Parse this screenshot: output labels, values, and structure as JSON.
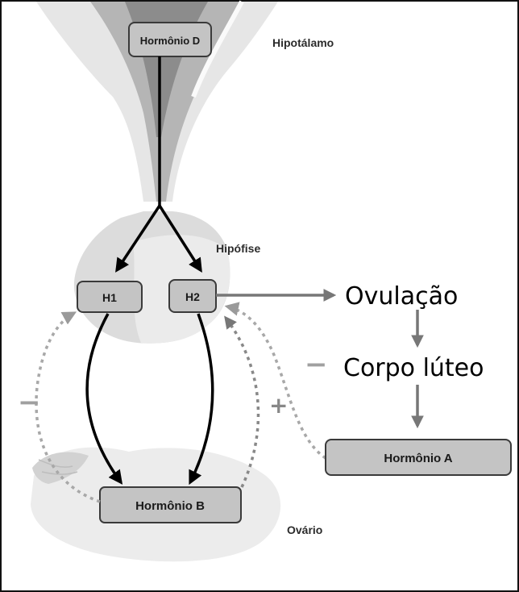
{
  "labels": {
    "hormonio_d": "Hormônio D",
    "hipotalamo": "Hipotálamo",
    "hipofise": "Hipófise",
    "h1": "H1",
    "h2": "H2",
    "ovulacao": "Ovulação",
    "corpo_luteo": "Corpo lúteo",
    "hormonio_a": "Hormônio A",
    "hormonio_b": "Hormônio B",
    "ovario": "Ovário"
  },
  "feedback_signs": {
    "left": "−",
    "middle": "+",
    "right": "−"
  },
  "colors": {
    "box_fill": "#c4c4c4",
    "box_stroke": "#3a3a3a",
    "arrow_black": "#000000",
    "arrow_gray": "#7a7a7a",
    "feedback_gray": "#a8a8a8",
    "tissue_light": "#e4e4e4",
    "tissue_dark": "#9a9a9a"
  }
}
